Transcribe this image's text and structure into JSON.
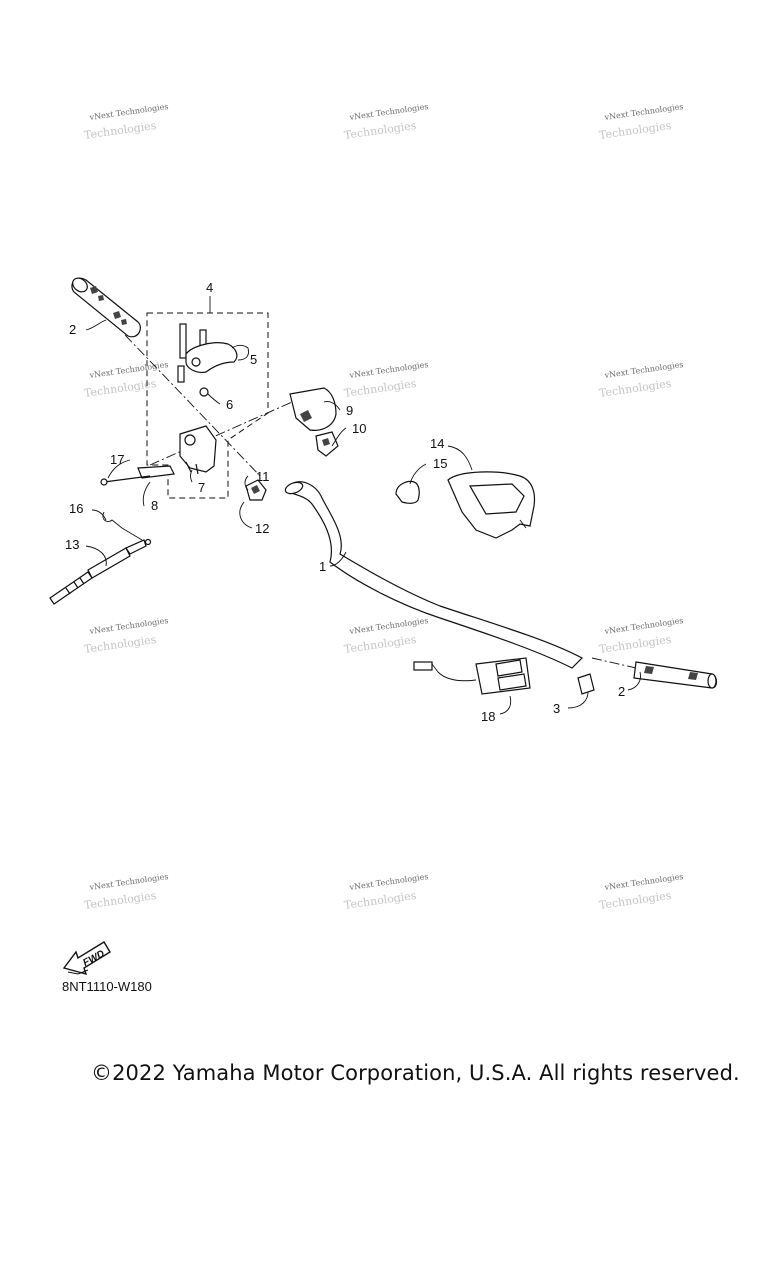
{
  "watermark": {
    "line1": "vNext Technologies",
    "line2": "Technologies"
  },
  "callouts": [
    "1",
    "2",
    "2",
    "3",
    "4",
    "5",
    "6",
    "7",
    "8",
    "9",
    "10",
    "11",
    "12",
    "13",
    "14",
    "15",
    "16",
    "17",
    "18"
  ],
  "fwd_label": "FWD",
  "diagram_code": "8NT1110-W180",
  "copyright": "©2022 Yamaha Motor Corporation, U.S.A. All rights reserved."
}
